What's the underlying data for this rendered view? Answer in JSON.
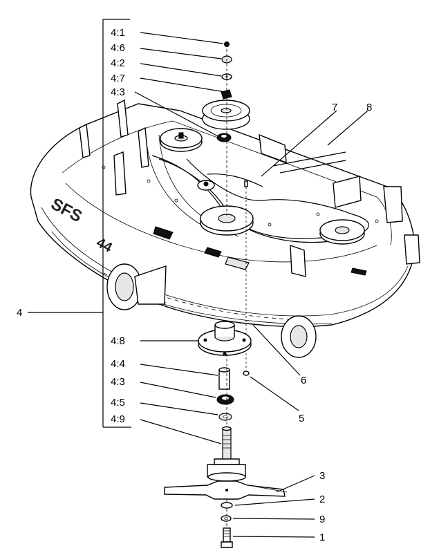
{
  "labels": {
    "l4_1": "4:1",
    "l4_6": "4:6",
    "l4_2": "4:2",
    "l4_7": "4:7",
    "l4_3_top": "4:3",
    "l7": "7",
    "l8": "8",
    "l4": "4",
    "l4_8": "4:8",
    "l4_4": "4:4",
    "l4_3_bottom": "4:3",
    "l4_5": "4:5",
    "l4_9": "4:9",
    "l6": "6",
    "l5": "5",
    "l3": "3",
    "l2": "2",
    "l9": "9",
    "l1": "1"
  },
  "deck_text": {
    "model": "SFS",
    "size": "44"
  }
}
